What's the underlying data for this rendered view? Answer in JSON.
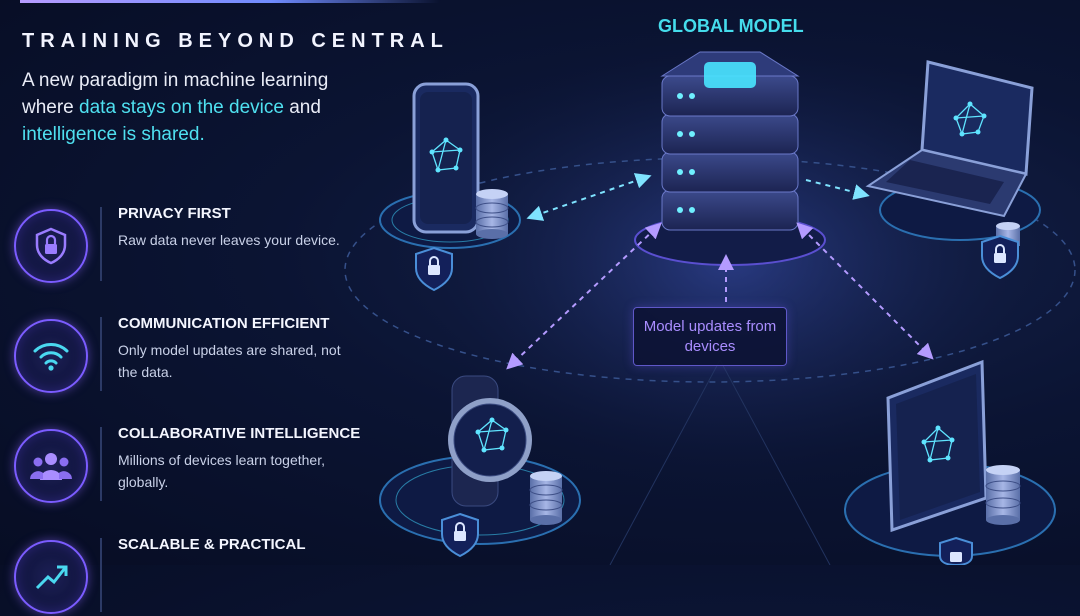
{
  "header": {
    "headline": "TRAINING BEYOND CENTRAL",
    "intro": {
      "part1": "A new paradigm in machine learning where ",
      "highlight1": "data stays on the device",
      "part2": " and ",
      "highlight2": "intelligence is shared."
    }
  },
  "features": [
    {
      "title": "PRIVACY FIRST",
      "description": "Raw data never leaves your device.",
      "icon": "shield-lock-icon"
    },
    {
      "title": "COMMUNICATION EFFICIENT",
      "description": "Only model updates are shared, not the data.",
      "icon": "wifi-icon"
    },
    {
      "title": "COLLABORATIVE INTELLIGENCE",
      "description": "Millions of devices learn together, globally.",
      "icon": "people-icon"
    },
    {
      "title": "SCALABLE & PRACTICAL",
      "description": "",
      "icon": "growth-arrow-icon"
    }
  ],
  "diagram": {
    "global_model_label": "GLOBAL MODEL",
    "updates_label": "Model updates from devices",
    "devices": [
      "smartphone-icon",
      "laptop-icon",
      "smartwatch-icon",
      "tablet-icon"
    ]
  },
  "colors": {
    "accent_cyan": "#45dcec",
    "accent_purple": "#a98dff",
    "background": "#0b1433"
  }
}
